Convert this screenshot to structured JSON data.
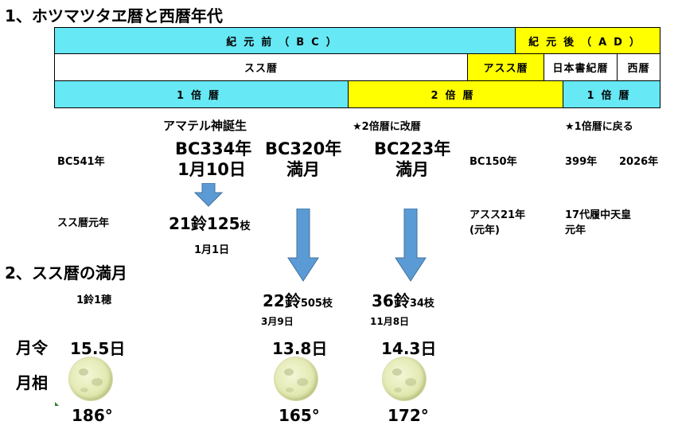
{
  "headings": {
    "section1": "1、ホツマツタヱ暦と西暦年代",
    "section2": "2、スス暦の満月"
  },
  "table": {
    "row1": {
      "bc": "紀元前（BC）",
      "ad": "紀元後（AD）"
    },
    "row2": {
      "susu": "スス暦",
      "asusu": "アスス暦",
      "nihonshoki": "日本書紀暦",
      "seireki": "西暦"
    },
    "row3": {
      "single1": "1倍暦",
      "double": "2倍暦",
      "single2": "1倍暦"
    }
  },
  "notes": {
    "amateru": "アマテル神誕生",
    "double_change": "★2倍暦に改暦",
    "single_return": "★1倍暦に戻る"
  },
  "timeline": {
    "bc541": "BC541年",
    "bc334": {
      "year": "BC334年",
      "date": "1月10日"
    },
    "bc320": {
      "year": "BC320年",
      "label": "満月"
    },
    "bc223": {
      "year": "BC223年",
      "label": "満月"
    },
    "bc150": "BC150年",
    "y399": "399年",
    "y2026": "2026年"
  },
  "susu": {
    "gannen": "スス暦元年",
    "first": {
      "main": "21鈴125",
      "suffix": "枝",
      "date": "1月1日"
    },
    "asusu21": {
      "line1": "アスス21年",
      "line2": "(元年)"
    },
    "richu": {
      "line1": "17代履中天皇",
      "line2": "元年"
    }
  },
  "full_moons": {
    "unit": "1鈴1穂",
    "m1": {
      "main": "22鈴",
      "sub": "505枝",
      "date": "3月9日"
    },
    "m2": {
      "main": "36鈴",
      "sub": "34枝",
      "date": "11月8日"
    }
  },
  "moon_stats": {
    "age_label": "月令",
    "phase_label": "月相",
    "ages": [
      "15.5日",
      "13.8日",
      "14.3日"
    ],
    "angles": [
      "186°",
      "165°",
      "172°"
    ]
  },
  "colors": {
    "cyan": "#66e8f5",
    "yellow": "#ffff00",
    "arrow": "#5b9bd5"
  }
}
